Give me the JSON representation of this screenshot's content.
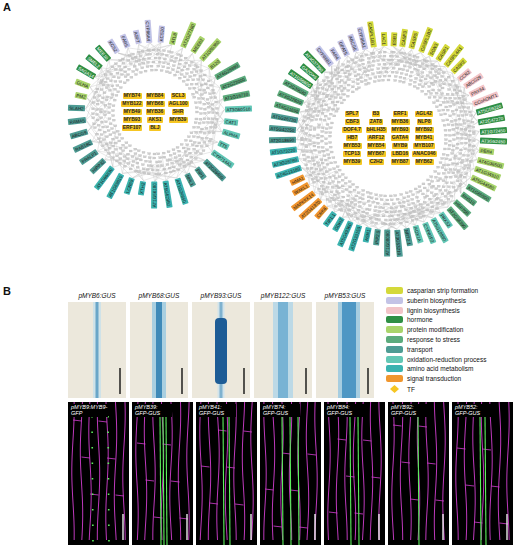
{
  "diagram": {
    "nodes": [
      {
        "text": [
          "KCS2"
        ]
      },
      {
        "text": [
          "FAR5"
        ]
      },
      {
        "text": [
          "ASFT"
        ]
      },
      {
        "text": [
          "CYP86A4"
        ]
      },
      {
        "text": [
          "KCS20"
        ]
      },
      {
        "text": [
          "ATL8"
        ]
      },
      {
        "text": [
          "AT2G27180"
        ]
      },
      {
        "text": [
          "MEE62"
        ]
      },
      {
        "text": [
          "AT1G80380"
        ]
      },
      {
        "text": [
          "B120"
        ]
      },
      {
        "text": [
          "AT4G28890"
        ]
      },
      {
        "text": [
          "AT2G23000"
        ]
      },
      {
        "text": [
          "AT1G16710"
        ]
      },
      {
        "text": [
          "AT3G60510"
        ]
      },
      {
        "text": [
          "CAT1"
        ]
      },
      {
        "text": [
          "ALPHA"
        ]
      },
      {
        "text": [
          "TT5"
        ]
      },
      {
        "text": [
          "CYP714A1"
        ]
      },
      {
        "text": [
          "AT2G26400"
        ]
      },
      {
        "text": [
          "PIP1"
        ]
      },
      {
        "text": [
          "NHL1"
        ]
      },
      {
        "text": [
          "AT1G24650"
        ]
      },
      {
        "text": [
          "AT5G62960"
        ]
      },
      {
        "text": [
          "AT1G56180"
        ]
      },
      {
        "text": [
          "XTH2"
        ]
      },
      {
        "text": [
          "LCR69"
        ]
      },
      {
        "text": [
          "AT1G69810"
        ]
      },
      {
        "text": [
          "AT1G66830"
        ]
      },
      {
        "text": [
          "HIPP32"
        ]
      },
      {
        "text": [
          "PRALP1"
        ]
      },
      {
        "text": [
          "RAB18C"
        ]
      },
      {
        "text": [
          "ABCG9"
        ]
      },
      {
        "text": [
          "RAMA5"
        ]
      },
      {
        "text": [
          "SLAH2"
        ]
      },
      {
        "text": [
          "PMZ"
        ]
      },
      {
        "text": [
          "GLHA"
        ]
      },
      {
        "text": [
          "SAGA14"
        ]
      },
      {
        "text": [
          "SMEL2"
        ]
      },
      {
        "text": [
          "MEE10"
        ]
      },
      {
        "text": [
          "MYB74"
        ]
      },
      {
        "text": [
          "MYB84"
        ]
      },
      {
        "text": [
          "SCL3"
        ]
      },
      {
        "text": [
          "MYB122"
        ]
      },
      {
        "text": [
          "MYB68"
        ]
      },
      {
        "text": [
          "AGL100"
        ]
      },
      {
        "text": [
          "MYB49"
        ]
      },
      {
        "text": [
          "MYB36"
        ]
      },
      {
        "text": [
          "SHR"
        ]
      },
      {
        "text": [
          "MYB93"
        ]
      },
      {
        "text": [
          "AKS1"
        ]
      },
      {
        "text": [
          "MYB39"
        ]
      },
      {
        "text": [
          "ERF107"
        ]
      },
      {
        "text": [
          "BLJ"
        ]
      },
      {
        "text": [
          "CYP86B1"
        ]
      },
      {
        "text": [
          "FAR4"
        ]
      },
      {
        "text": [
          "GPAT5"
        ]
      },
      {
        "text": [
          "ABCG6"
        ]
      },
      {
        "text": [
          "CYP86A1"
        ]
      },
      {
        "text": [
          "CASPL1B1"
        ]
      },
      {
        "text": [
          "LAC1"
        ]
      },
      {
        "text": [
          "ESB1"
        ]
      },
      {
        "text": [
          "CASP3"
        ]
      },
      {
        "text": [
          "CASP5"
        ]
      },
      {
        "text": [
          "CASPL1B2"
        ]
      },
      {
        "text": [
          "SGN3"
        ]
      },
      {
        "text": [
          "CASP1"
        ]
      },
      {
        "text": [
          "CASPL4A1"
        ]
      },
      {
        "text": [
          "CASP2"
        ]
      },
      {
        "text": [
          "CCR2"
        ]
      },
      {
        "text": [
          "ABCG29"
        ]
      },
      {
        "text": [
          "PRX64"
        ]
      },
      {
        "text": [
          "CCoAOMT1"
        ]
      },
      {
        "text": [
          "AT5G59220"
        ]
      },
      {
        "text": [
          "AT2G47270"
        ]
      },
      {
        "text": [
          "AT1G72450"
        ]
      },
      {
        "text": [
          "AT3G52450"
        ]
      },
      {
        "text": [
          "PER4"
        ]
      },
      {
        "text": [
          "AT4G36500"
        ]
      },
      {
        "text": [
          "AT1G34510"
        ]
      },
      {
        "text": [
          "AT5G44580"
        ]
      },
      {
        "text": [
          "AT1G65500"
        ]
      },
      {
        "text": [
          "RHS19"
        ]
      },
      {
        "text": [
          "HSP70B"
        ]
      },
      {
        "text": [
          "AT2G38390"
        ]
      },
      {
        "text": [
          "PRX52"
        ]
      },
      {
        "text": [
          "AT5G19880"
        ]
      },
      {
        "text": [
          "CYP81F2"
        ]
      },
      {
        "text": [
          "AOX1A"
        ]
      },
      {
        "text": [
          "NRT2.1"
        ]
      },
      {
        "text": [
          "AT3G53210"
        ]
      },
      {
        "text": [
          "AT1G08090"
        ]
      },
      {
        "text": [
          "PIP2;5"
        ]
      },
      {
        "text": [
          "ASN1"
        ]
      },
      {
        "text": [
          "AT2G33150"
        ]
      },
      {
        "text": [
          "AT5G49360"
        ]
      },
      {
        "text": [
          "GDH2"
        ]
      },
      {
        "text": [
          "TIP1;1"
        ]
      },
      {
        "text": [
          "CRK6"
        ]
      },
      {
        "text": [
          "AT2G41970"
        ]
      },
      {
        "text": [
          "MAPKKK14"
        ]
      },
      {
        "text": [
          "WAKL1"
        ]
      },
      {
        "text": [
          "HMA1"
        ]
      },
      {
        "text": [
          "AT4G13180"
        ]
      },
      {
        "text": [
          "AT3G28780"
        ]
      },
      {
        "text": [
          "AT1G73220"
        ]
      },
      {
        "text": [
          "AT2G18690"
        ]
      },
      {
        "text": [
          "AT5G42250"
        ]
      },
      {
        "text": [
          "AT1G26730"
        ]
      },
      {
        "text": [
          "AT4G11650"
        ]
      },
      {
        "text": [
          "AT3G22600"
        ]
      },
      {
        "text": [
          "AT2G39030"
        ]
      },
      {
        "text": [
          "AT1G56600"
        ]
      },
      {
        "text": [
          "GA2OX6"
        ]
      },
      {
        "text": [
          "AT4G37390"
        ]
      },
      {
        "text": [
          "SPL7"
        ]
      },
      {
        "text": [
          "B3"
        ]
      },
      {
        "text": [
          "ERF1"
        ]
      },
      {
        "text": [
          "AGL42"
        ]
      },
      {
        "text": [
          "CBF3"
        ]
      },
      {
        "text": [
          "ZAT8"
        ]
      },
      {
        "text": [
          "MYB36"
        ]
      },
      {
        "text": [
          "NLP8"
        ]
      },
      {
        "text": [
          "DOF4.7"
        ]
      },
      {
        "text": [
          "bHLH35"
        ]
      },
      {
        "text": [
          "MYB93"
        ]
      },
      {
        "text": [
          "MYB92"
        ]
      },
      {
        "text": [
          "HB7"
        ]
      },
      {
        "text": [
          "ARF12"
        ]
      },
      {
        "text": [
          "GATA4"
        ]
      },
      {
        "text": [
          "MYB41"
        ]
      },
      {
        "text": [
          "MYB53"
        ]
      },
      {
        "text": [
          "MYB54"
        ]
      },
      {
        "text": [
          "MYB9"
        ]
      },
      {
        "text": [
          "MYB107"
        ]
      },
      {
        "text": [
          "TCP13"
        ]
      },
      {
        "text": [
          "MYB67"
        ]
      },
      {
        "text": [
          "LBD16"
        ]
      },
      {
        "text": [
          "ANAC046"
        ]
      },
      {
        "text": [
          "MYB39"
        ]
      },
      {
        "text": [
          "C2H2"
        ]
      },
      {
        "text": [
          "MYB87"
        ]
      },
      {
        "text": [
          "MYB62"
        ]
      }
    ],
    "labels": [
      "A",
      "B",
      "pMYB6:GUS",
      "pMYB68:GUS",
      "pMYB93:GUS",
      "pMYB122:GUS",
      "pMYB53:GUS",
      "pMYB9:MYB9-GFP",
      "pMYB39: GFP-GUS",
      "pMYB41: GFP-GUS",
      "pMYB74: GFP-GUS",
      "pMYB84: GFP-GUS",
      "pMYB92: GFP-GUS",
      "pMYB52: GFP-GUS"
    ],
    "legend": [
      {
        "text": "casparian strip formation",
        "color": "#d4d93a"
      },
      {
        "text": "suberin biosynthesis",
        "color": "#c3c3e6"
      },
      {
        "text": "lignin biosynthesis",
        "color": "#f2c4c8"
      },
      {
        "text": "hormone",
        "color": "#2f8f45"
      },
      {
        "text": "protein modification",
        "color": "#a9d46b"
      },
      {
        "text": "response to stress",
        "color": "#5cab7d"
      },
      {
        "text": "transport",
        "color": "#4e9c94"
      },
      {
        "text": "oxidation-reduction process",
        "color": "#63c7b5"
      },
      {
        "text": "amino acid metabolism",
        "color": "#3bb3b0"
      },
      {
        "text": "signal transduction",
        "color": "#f0962e"
      },
      {
        "text": "TF"
      }
    ]
  }
}
